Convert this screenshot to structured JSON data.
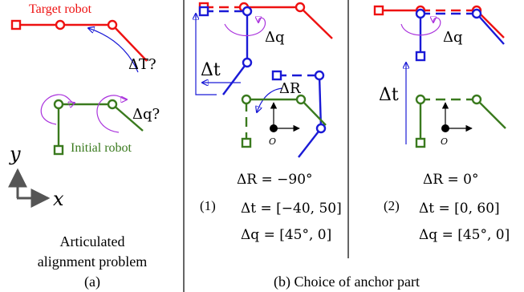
{
  "panel_a": {
    "target_label": "Target robot",
    "initial_label": "Initial robot",
    "delta_T": "ΔT?",
    "delta_q": "Δq?",
    "axis_y": "y",
    "axis_x": "x",
    "caption_line1": "Articulated",
    "caption_line2": "alignment problem",
    "caption_tag": "(a)"
  },
  "panel_b1": {
    "dq_label": "Δq",
    "dt_label": "Δt",
    "dR_label": "ΔR",
    "origin_label": "O",
    "index": "(1)",
    "eq_R": "ΔR = −90°",
    "eq_t": "Δt = [−40, 50]",
    "eq_q": "Δq = [45°, 0]"
  },
  "panel_b2": {
    "dq_label": "Δq",
    "dt_label": "Δt",
    "origin_label": "O",
    "index": "(2)",
    "eq_R": "ΔR = 0°",
    "eq_t": "Δt = [0, 60]",
    "eq_q": "Δq = [45°, 0]"
  },
  "caption_b": "(b) Choice of anchor part",
  "colors": {
    "target": "#ee1111",
    "aligned": "#1a1ad6",
    "initial": "#3a7a1e",
    "delta": "#aa33dd",
    "frame": "#000000"
  }
}
